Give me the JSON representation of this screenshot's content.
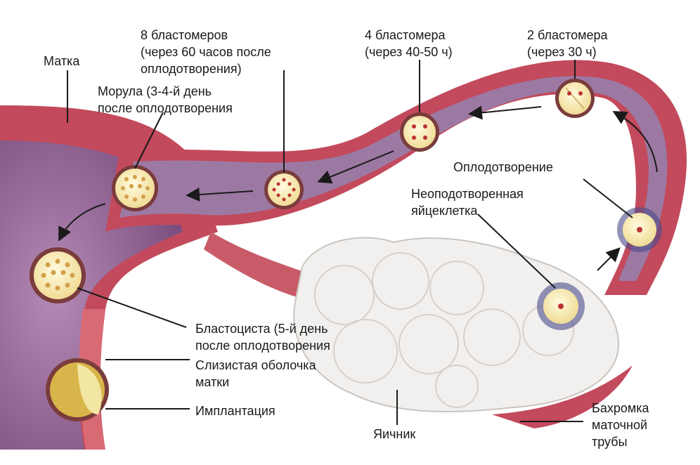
{
  "labels": {
    "uterus": "Матка",
    "blastomeres_8": [
      "8 бластомеров",
      "(через 60 часов после",
      "оплодотворения)"
    ],
    "morula": [
      "Морула (3-4-й день",
      "после оплодотворения"
    ],
    "blastomeres_4": [
      "4 бластомера",
      "(через 40-50 ч)"
    ],
    "blastomeres_2": [
      "2 бластомера",
      "(через 30 ч)"
    ],
    "fertilization": "Оплодотворение",
    "unfertilized_egg": [
      "Неоподотворенная",
      "яйцеклетка"
    ],
    "blastocyst": [
      "Бластоциста (5-й день",
      "после оплодотворения"
    ],
    "mucosa": [
      "Слизистая оболочка",
      "матки"
    ],
    "implantation": "Имплантация",
    "ovary": "Яичник",
    "fimbria": [
      "Бахромка",
      "маточной",
      "трубы"
    ]
  },
  "colors": {
    "tissue_outer": "#c24a5c",
    "tissue_inner": "#8a5a8c",
    "lumen": "#a98cb0",
    "cell": "#fbf3c8",
    "ovary": "#f2f0ee",
    "arrow": "#1a1a1a"
  }
}
